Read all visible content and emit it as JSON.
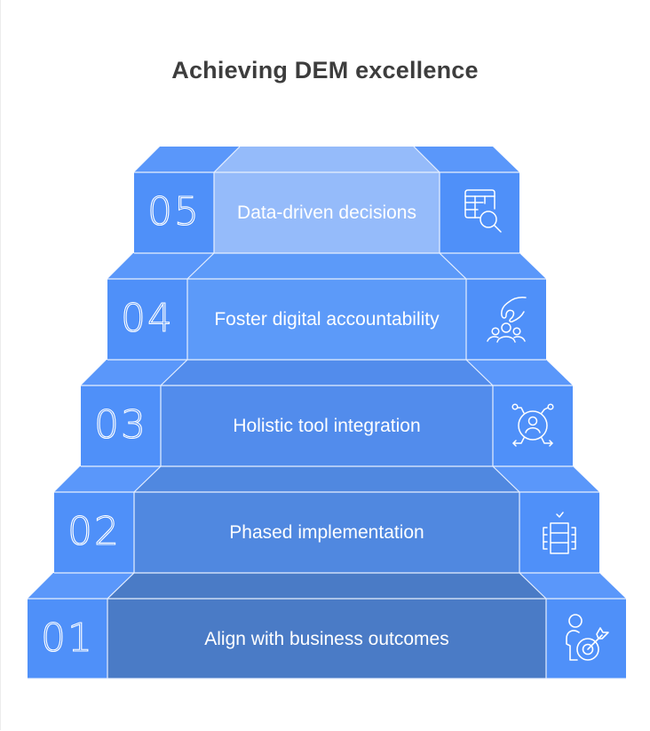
{
  "title": "Achieving DEM excellence",
  "colors": {
    "side": "#4F90F9",
    "side_top": "#5A97FA",
    "line": "#E6EFFE",
    "title": "#3D3D3D",
    "mid": [
      "#4A7BC6",
      "#5088E0",
      "#528CEC",
      "#5C9AF9",
      "#95BBFA"
    ]
  },
  "steps": [
    {
      "number": "01",
      "label": "Align with business outcomes",
      "icon": "person-target-icon"
    },
    {
      "number": "02",
      "label": "Phased implementation",
      "icon": "phases-checklist-icon"
    },
    {
      "number": "03",
      "label": "Holistic tool integration",
      "icon": "integration-user-hub-icon"
    },
    {
      "number": "04",
      "label": "Foster digital accountability",
      "icon": "team-accountability-icon"
    },
    {
      "number": "05",
      "label": "Data-driven decisions",
      "icon": "data-table-search-icon"
    }
  ]
}
